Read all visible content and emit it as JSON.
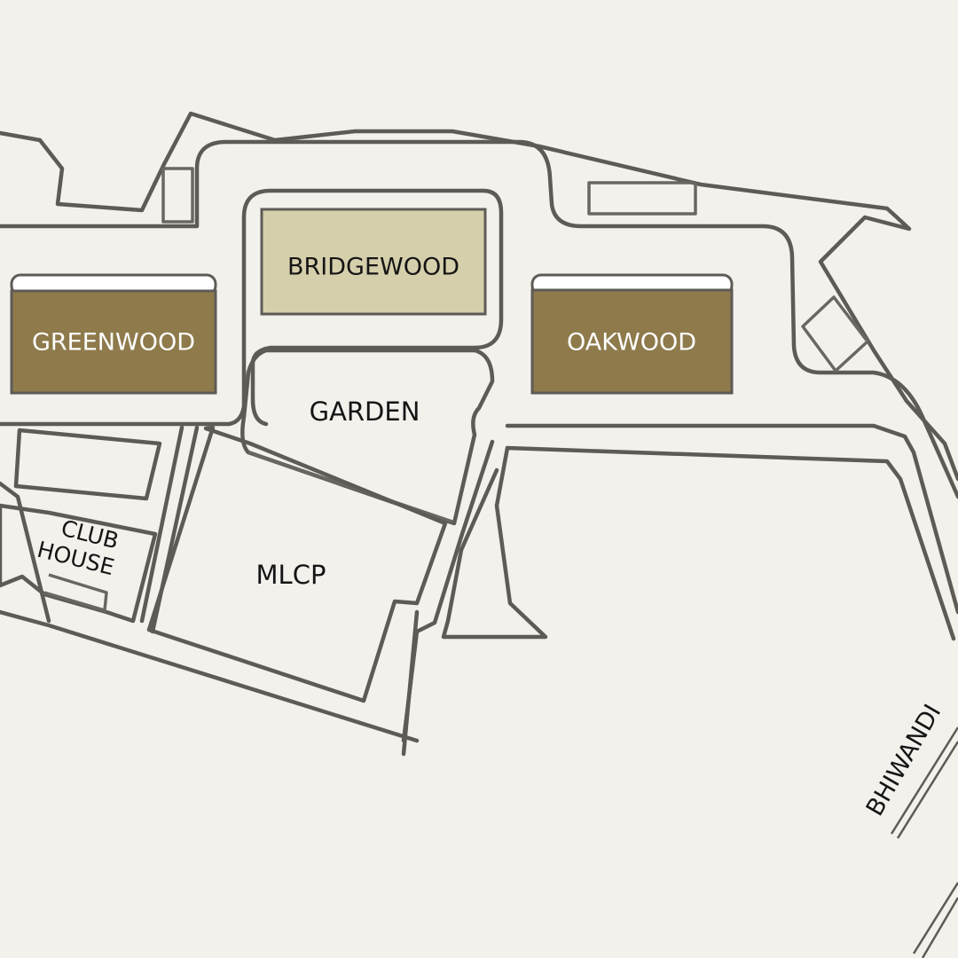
{
  "map": {
    "colors": {
      "background": "#f3f1ec",
      "outline": "#5e5b57",
      "tower_dark": "#8e7a4b",
      "tower_light": "#d6cfac",
      "tower_cap": "#ffffff"
    },
    "towers": [
      {
        "id": "greenwood",
        "label": "GREENWOOD",
        "fill": "#8e7a4b",
        "text_color": "#ffffff"
      },
      {
        "id": "bridgewood",
        "label": "BRIDGEWOOD",
        "fill": "#d6cfac",
        "text_color": "#151515"
      },
      {
        "id": "oakwood",
        "label": "OAKWOOD",
        "fill": "#8e7a4b",
        "text_color": "#ffffff"
      }
    ],
    "areas": {
      "garden": "GARDEN",
      "mlcp": "MLCP",
      "club_house_line1": "CLUB",
      "club_house_line2": "HOUSE"
    },
    "road": {
      "label": "BHIWANDI"
    }
  }
}
